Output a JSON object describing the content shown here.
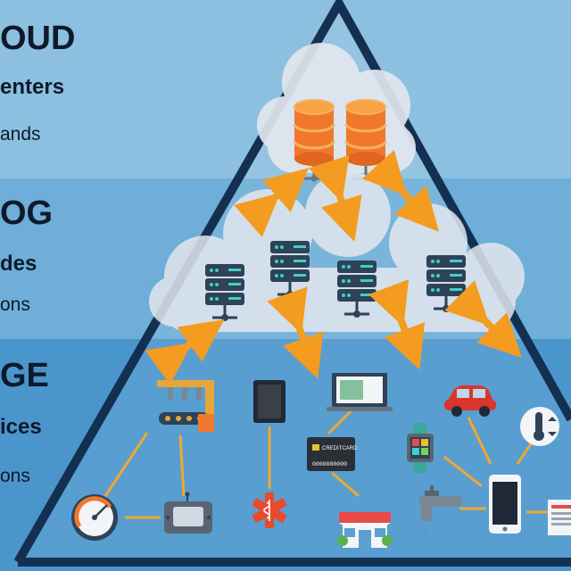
{
  "layers": {
    "cloud": {
      "title": "OUD",
      "subtitle": "enters",
      "text": "ands"
    },
    "fog": {
      "title": "OG",
      "subtitle": "des",
      "text": "ons"
    },
    "edge": {
      "title": "GE",
      "subtitle": "ices",
      "text": "ons"
    }
  },
  "devices": {
    "credit_card_text": "CREDITCARD",
    "credit_card_number": "0000000000"
  },
  "colors": {
    "arrow": "#f39c1f",
    "pyramid_outline": "#143050",
    "cloud_fill": "#e3e7ee",
    "server_orange": "#f0782c",
    "server_dark": "#2e4258",
    "link_line": "#f0a830"
  }
}
